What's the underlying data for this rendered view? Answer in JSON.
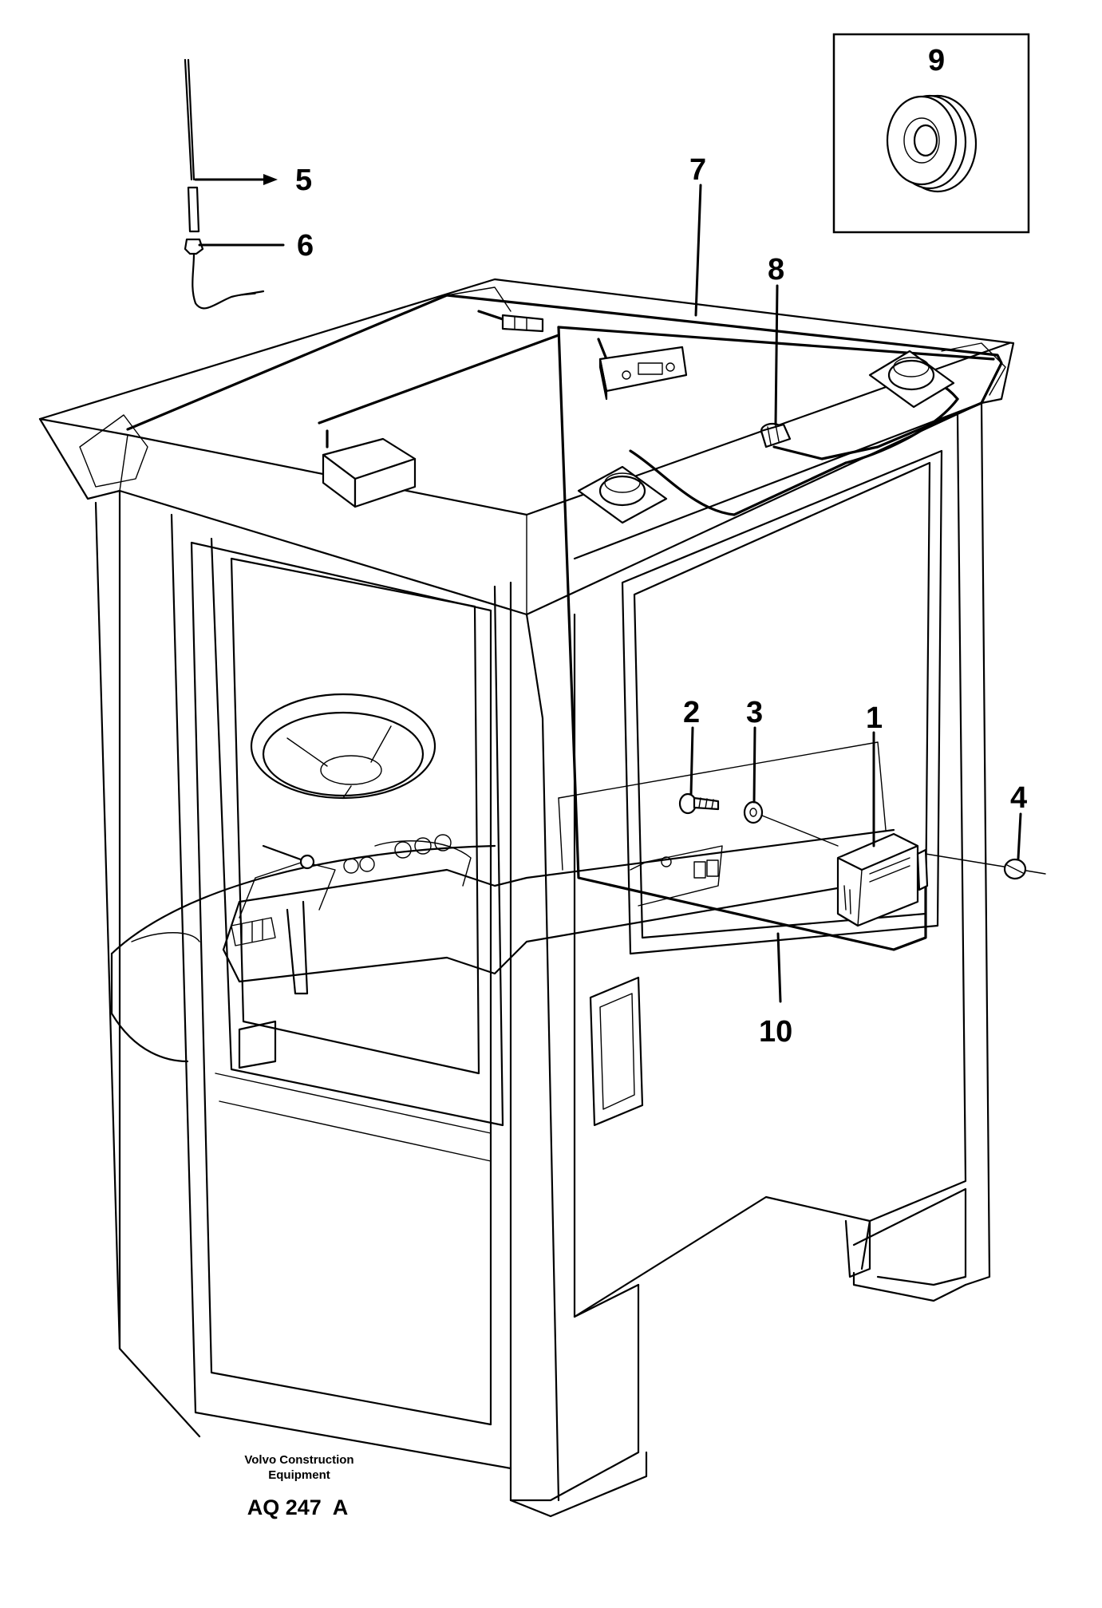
{
  "diagram": {
    "callouts": [
      {
        "id": "1",
        "label": "1"
      },
      {
        "id": "2",
        "label": "2"
      },
      {
        "id": "3",
        "label": "3"
      },
      {
        "id": "4",
        "label": "4"
      },
      {
        "id": "5",
        "label": "5"
      },
      {
        "id": "6",
        "label": "6"
      },
      {
        "id": "7",
        "label": "7"
      },
      {
        "id": "8",
        "label": "8"
      },
      {
        "id": "9",
        "label": "9"
      },
      {
        "id": "10",
        "label": "10"
      }
    ],
    "footer": {
      "maker_line1": "Volvo Construction",
      "maker_line2": "Equipment",
      "code": "AQ 247  A"
    }
  }
}
